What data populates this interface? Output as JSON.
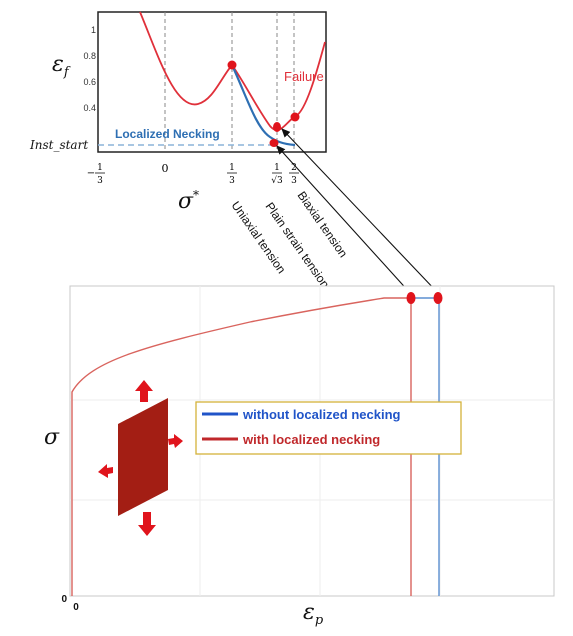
{
  "top_chart": {
    "y_symbol": "ε",
    "y_symbol_sub": "f",
    "x_symbol": "σ",
    "x_symbol_sup": "*",
    "y_ticks": [
      "1",
      "0.8",
      "0.6",
      "0.4"
    ],
    "inst_start_label": "Inst_start",
    "x_ticks": [
      {
        "num": "1",
        "den": "3",
        "sign": "−"
      },
      {
        "text": "0"
      },
      {
        "num": "1",
        "den": "3",
        "sign": ""
      },
      {
        "num": "1",
        "den": "√3",
        "sign": ""
      },
      {
        "num": "2",
        "den": "3",
        "sign": ""
      }
    ],
    "failure_label": "Failure",
    "necking_label": "Localized Necking",
    "colors": {
      "failure": "#e0303a",
      "necking": "#2e6fb3",
      "dash": "#8bb4d9"
    }
  },
  "state_labels": [
    "Uniaxial tension",
    "Plain strain tension",
    "Biaxial tension"
  ],
  "bottom_chart": {
    "y_symbol": "σ",
    "x_symbol": "ε",
    "x_symbol_sub": "p",
    "origin_x": "0",
    "origin_y": "0",
    "legend": [
      {
        "label": "without localized necking",
        "color": "#2054c8"
      },
      {
        "label": "with localized necking",
        "color": "#c0282b"
      }
    ],
    "colors": {
      "curve_red": "#d9645e",
      "curve_blue": "#5b8fd1",
      "marker": "#e0141c",
      "specimen": "#a31e14"
    }
  }
}
